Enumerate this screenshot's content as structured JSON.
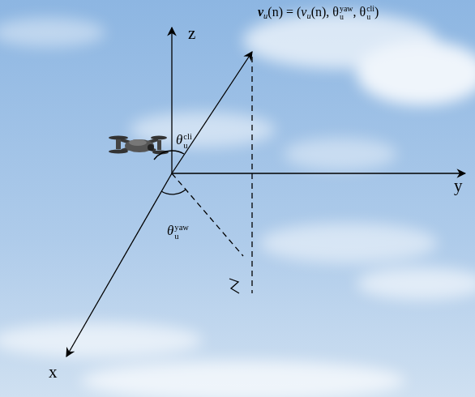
{
  "diagram": {
    "labels": [
      "z",
      "y",
      "x",
      "vu(n) = (vu(n), θuyaw, θucli)",
      "θucli",
      "θuyaw"
    ]
  }
}
